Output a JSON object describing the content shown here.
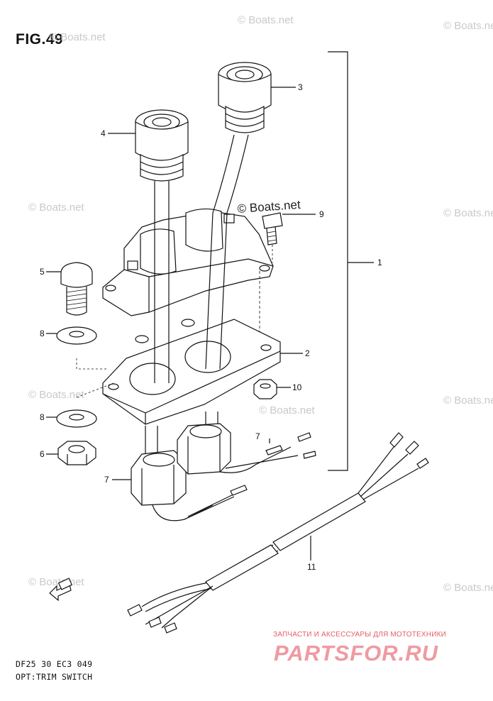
{
  "figure": {
    "title": "FIG.49",
    "model_code": "DF25 30 EC3  049",
    "caption": "OPT:TRIM SWITCH"
  },
  "watermark": {
    "text": "© Boats.net",
    "color": "#c9c9c9"
  },
  "shop_mark": {
    "subtitle": "ЗАПЧАСТИ И АКСЕССУАРЫ ДЛЯ МОТОТЕХНИКИ",
    "logo": "PARTSFOR.RU",
    "color": "#e2606a"
  },
  "callouts": [
    {
      "id": "1",
      "part": "trim switch assembly"
    },
    {
      "id": "2",
      "part": "plate"
    },
    {
      "id": "3",
      "part": "switch (up)"
    },
    {
      "id": "4",
      "part": "switch (down)"
    },
    {
      "id": "5",
      "part": "bolt"
    },
    {
      "id": "6",
      "part": "nut"
    },
    {
      "id": "7",
      "part": "wire nut"
    },
    {
      "id": "7",
      "part": "wire nut"
    },
    {
      "id": "8",
      "part": "washer"
    },
    {
      "id": "8",
      "part": "washer"
    },
    {
      "id": "9",
      "part": "screw"
    },
    {
      "id": "10",
      "part": "nut"
    },
    {
      "id": "11",
      "part": "lead wire"
    }
  ],
  "fwd_icon": "forward-arrow-icon"
}
